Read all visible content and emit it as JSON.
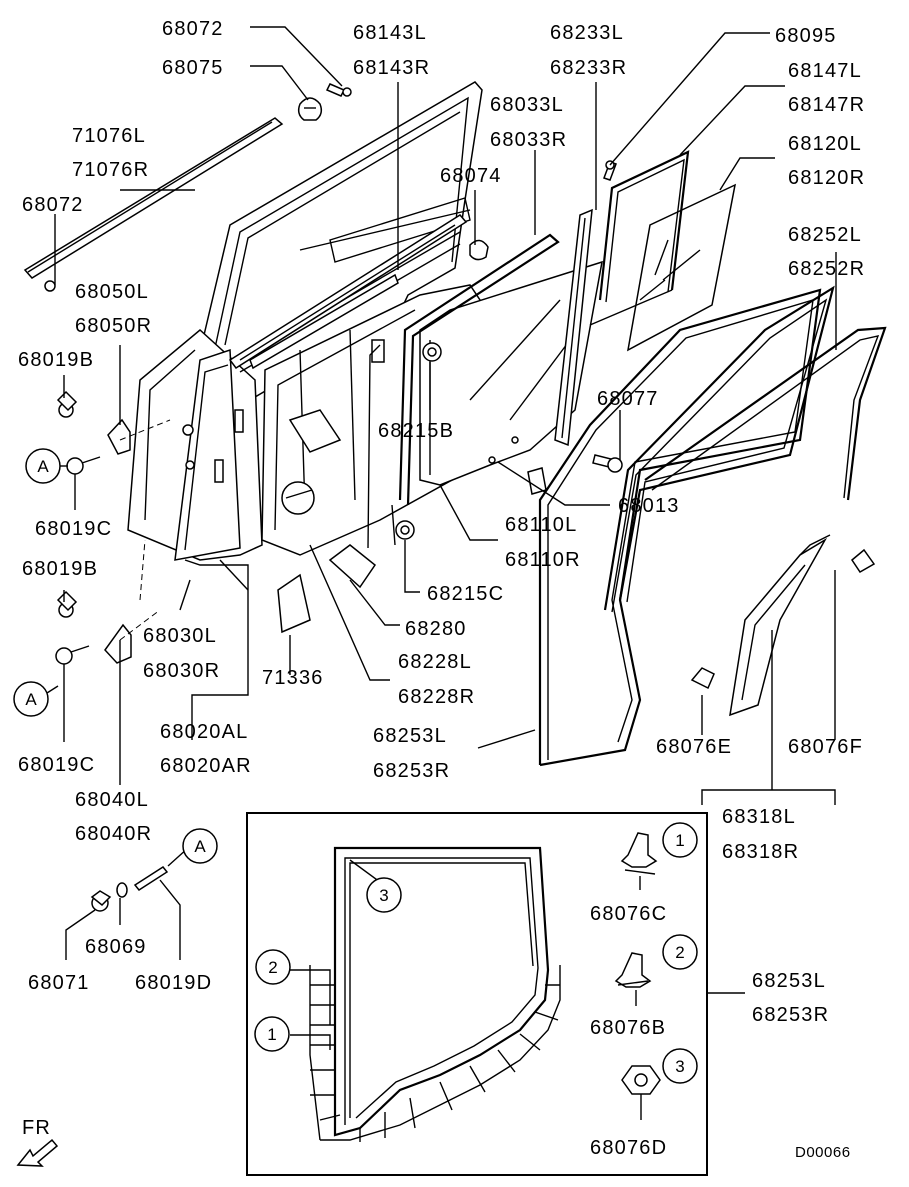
{
  "labels": {
    "p68072_top": "68072",
    "p68075": "68075",
    "p68143L": "68143L",
    "p68143R": "68143R",
    "p68233L": "68233L",
    "p68233R": "68233R",
    "p68095": "68095",
    "p68147L": "68147L",
    "p68147R": "68147R",
    "p71076L": "71076L",
    "p71076R": "71076R",
    "p68033L": "68033L",
    "p68033R": "68033R",
    "p68120L": "68120L",
    "p68120R": "68120R",
    "p68074": "68074",
    "p68072_left": "68072",
    "p68252L": "68252L",
    "p68252R": "68252R",
    "p68050L": "68050L",
    "p68050R": "68050R",
    "p68019B_top": "68019B",
    "p68077": "68077",
    "p68215B": "68215B",
    "p68013": "68013",
    "p68019C_top": "68019C",
    "p68110L": "68110L",
    "p68110R": "68110R",
    "p68019B_bot": "68019B",
    "p68215C": "68215C",
    "p68280": "68280",
    "p68030L": "68030L",
    "p68030R": "68030R",
    "p68228L": "68228L",
    "p68228R": "68228R",
    "p71336": "71336",
    "p68020AL": "68020AL",
    "p68020AR": "68020AR",
    "p68253L_main": "68253L",
    "p68253R_main": "68253R",
    "p68076E": "68076E",
    "p68076F": "68076F",
    "p68019C_bot": "68019C",
    "p68040L": "68040L",
    "p68040R": "68040R",
    "p68318L": "68318L",
    "p68318R": "68318R",
    "p68069": "68069",
    "p68071": "68071",
    "p68019D": "68019D",
    "p68076C": "68076C",
    "p68076B": "68076B",
    "p68076D": "68076D",
    "p68253L_inset": "68253L",
    "p68253R_inset": "68253R",
    "fr": "FR",
    "code": "D00066"
  },
  "callouts": {
    "a": "A",
    "one": "1",
    "two": "2",
    "three": "3"
  }
}
